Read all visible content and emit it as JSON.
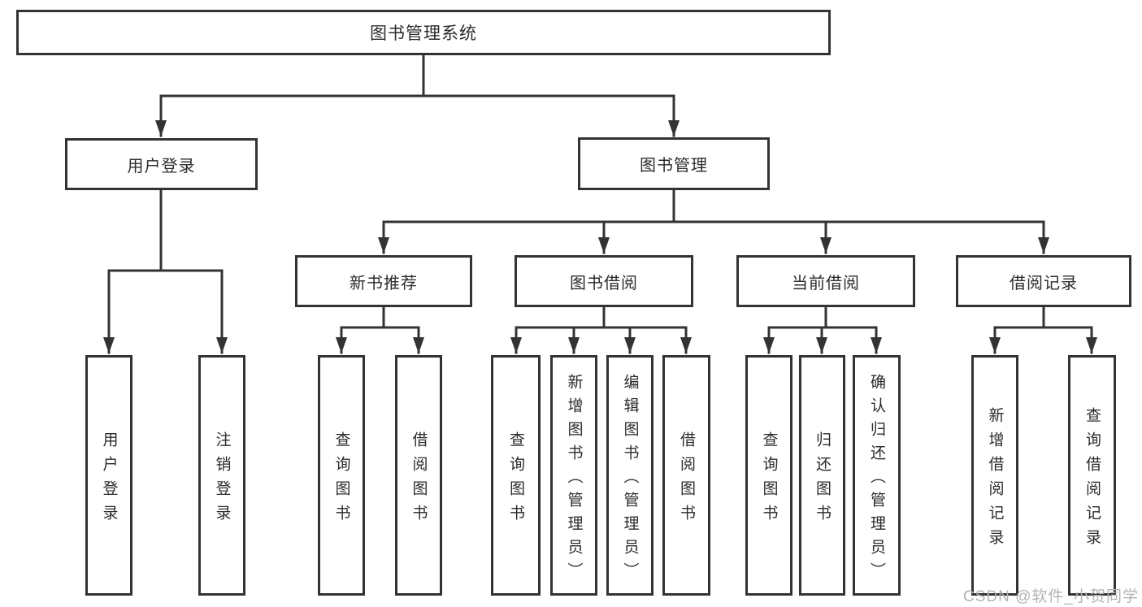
{
  "diagram": {
    "root": {
      "label": "图书管理系统"
    },
    "branches": [
      {
        "label": "用户登录",
        "children": [
          "用户登录",
          "注销登录"
        ]
      },
      {
        "label": "图书管理",
        "groups": [
          {
            "label": "新书推荐",
            "children": [
              "查询图书",
              "借阅图书"
            ]
          },
          {
            "label": "图书借阅",
            "children": [
              "查询图书",
              "新增图书（管理员）",
              "编辑图书（管理员）",
              "借阅图书"
            ]
          },
          {
            "label": "当前借阅",
            "children": [
              "查询图书",
              "归还图书",
              "确认归还（管理员）"
            ]
          },
          {
            "label": "借阅记录",
            "children": [
              "新增借阅记录",
              "查询借阅记录"
            ]
          }
        ]
      }
    ]
  },
  "watermark": "CSDN @软件_小贺同学",
  "colors": {
    "line": "#333333",
    "box_border": "#333333",
    "text": "#2b2b2b",
    "watermark": "#b3b3b3",
    "background": "#ffffff"
  }
}
